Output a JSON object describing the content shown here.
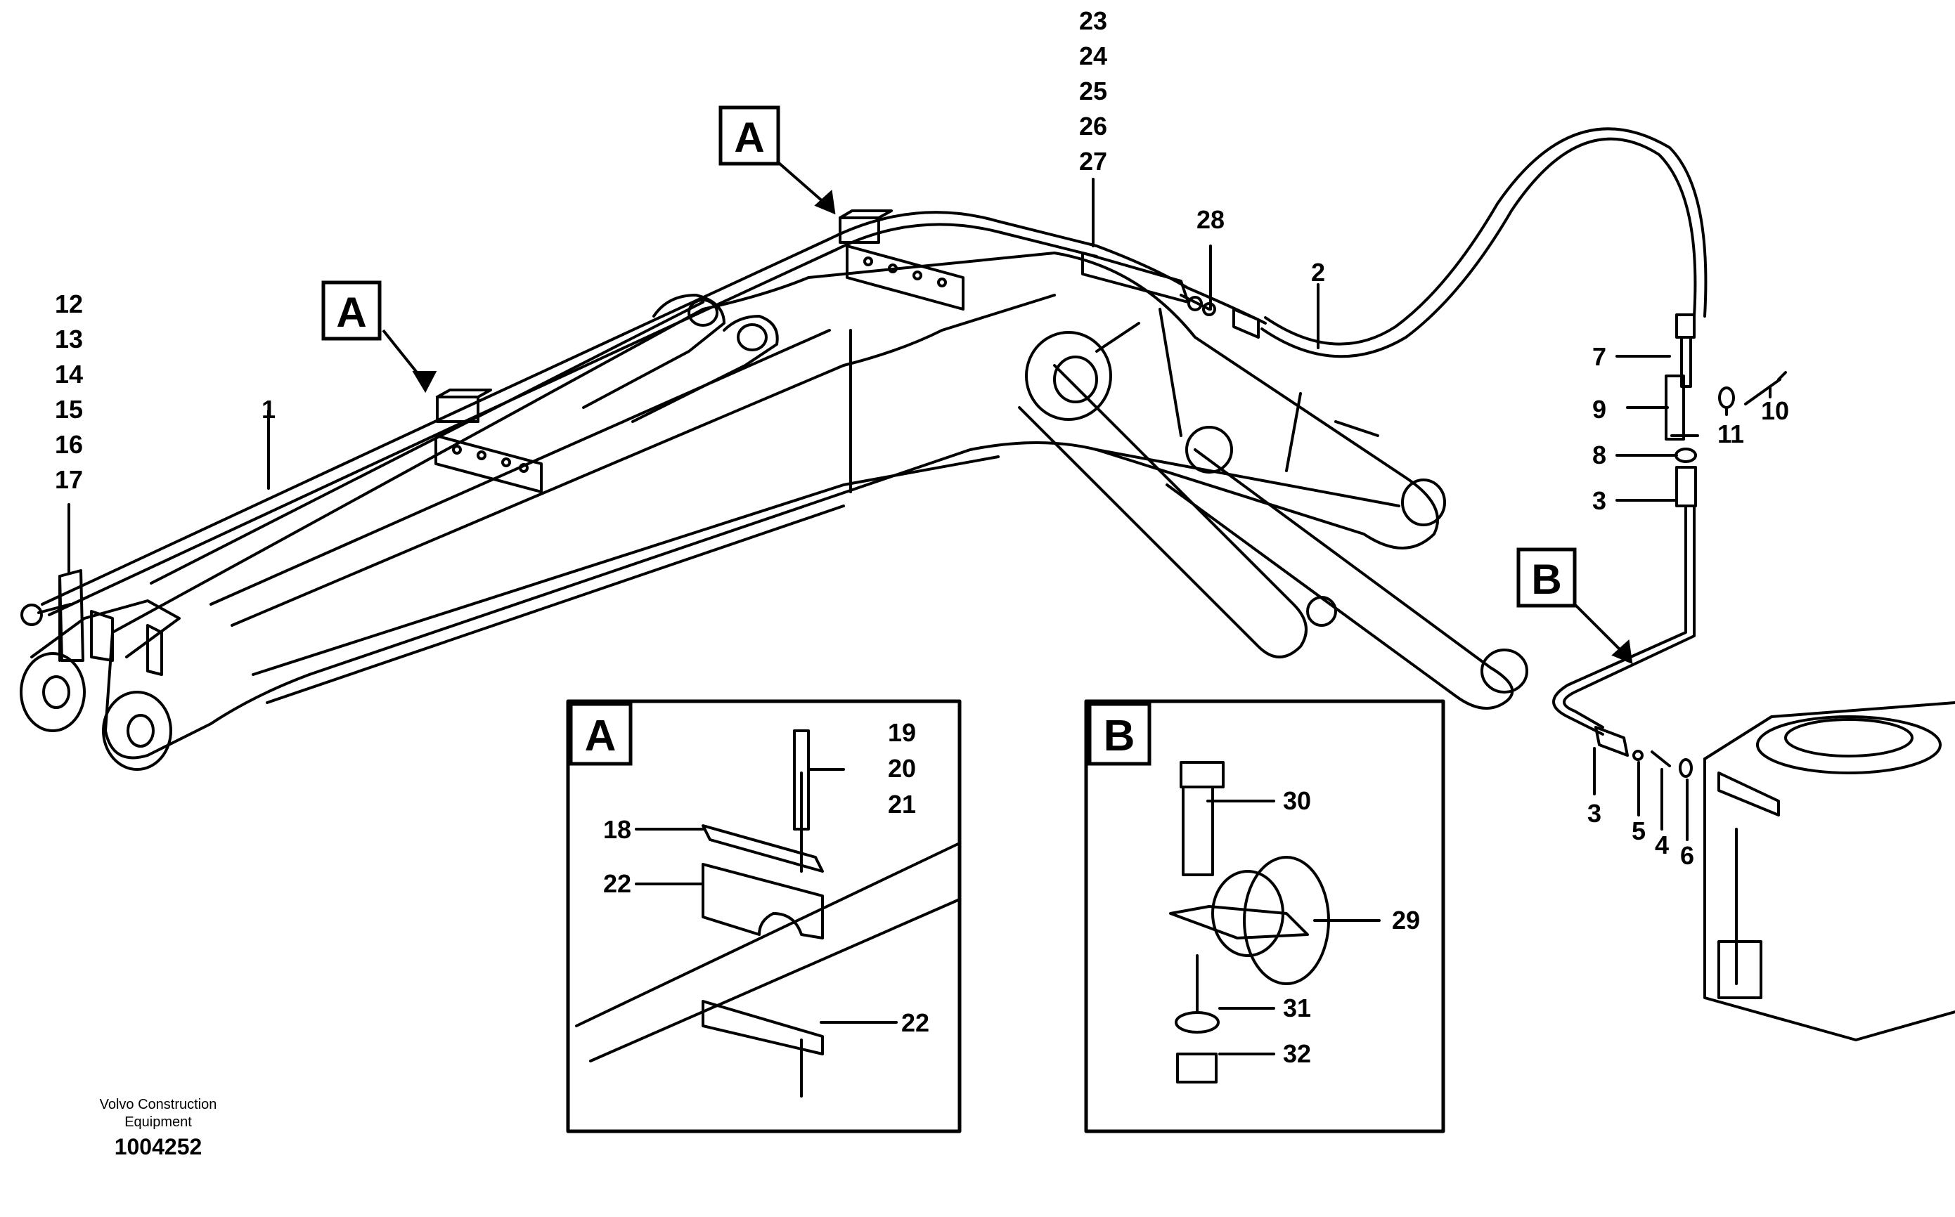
{
  "section_labels": {
    "a_main_1": "A",
    "a_main_2": "A",
    "b_main": "B",
    "a_inset": "A",
    "b_inset": "B"
  },
  "callouts": {
    "c1": "1",
    "c2": "2",
    "c3a": "3",
    "c3b": "3",
    "c4": "4",
    "c5": "5",
    "c6": "6",
    "c7": "7",
    "c8": "8",
    "c9": "9",
    "c10": "10",
    "c11": "11",
    "c12": "12",
    "c13": "13",
    "c14": "14",
    "c15": "15",
    "c16": "16",
    "c17": "17",
    "c18": "18",
    "c19": "19",
    "c20": "20",
    "c21": "21",
    "c22a": "22",
    "c22b": "22",
    "c23": "23",
    "c24": "24",
    "c25": "25",
    "c26": "26",
    "c27": "27",
    "c28": "28",
    "c29": "29",
    "c30": "30",
    "c31": "31",
    "c32": "32"
  },
  "footer": {
    "company_line1": "Volvo Construction",
    "company_line2": "Equipment",
    "doc_number": "1004252"
  }
}
